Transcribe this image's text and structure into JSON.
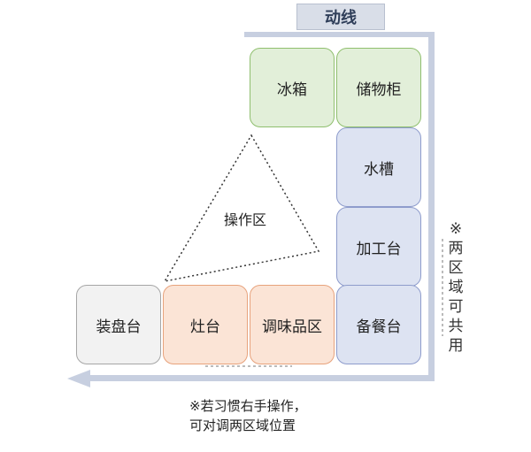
{
  "title": "动线",
  "boxes": {
    "fridge": "冰箱",
    "storage": "储物柜",
    "sink": "水槽",
    "prep": "加工台",
    "serving_prep": "备餐台",
    "plating": "装盘台",
    "stove": "灶台",
    "seasoning": "调味品区"
  },
  "triangle_label": "操作区",
  "note_right": [
    "※",
    "两",
    "区",
    "域",
    "可",
    "共",
    "用"
  ],
  "note_bottom": {
    "line1": "※若习惯右手操作，",
    "line2": "可对调两区域位置"
  },
  "colors": {
    "green": "#e2efd9",
    "blue": "#dde3f2",
    "orange": "#fbe4d6",
    "gray": "#f2f2f2",
    "flow_line": "#c7cfe0"
  }
}
